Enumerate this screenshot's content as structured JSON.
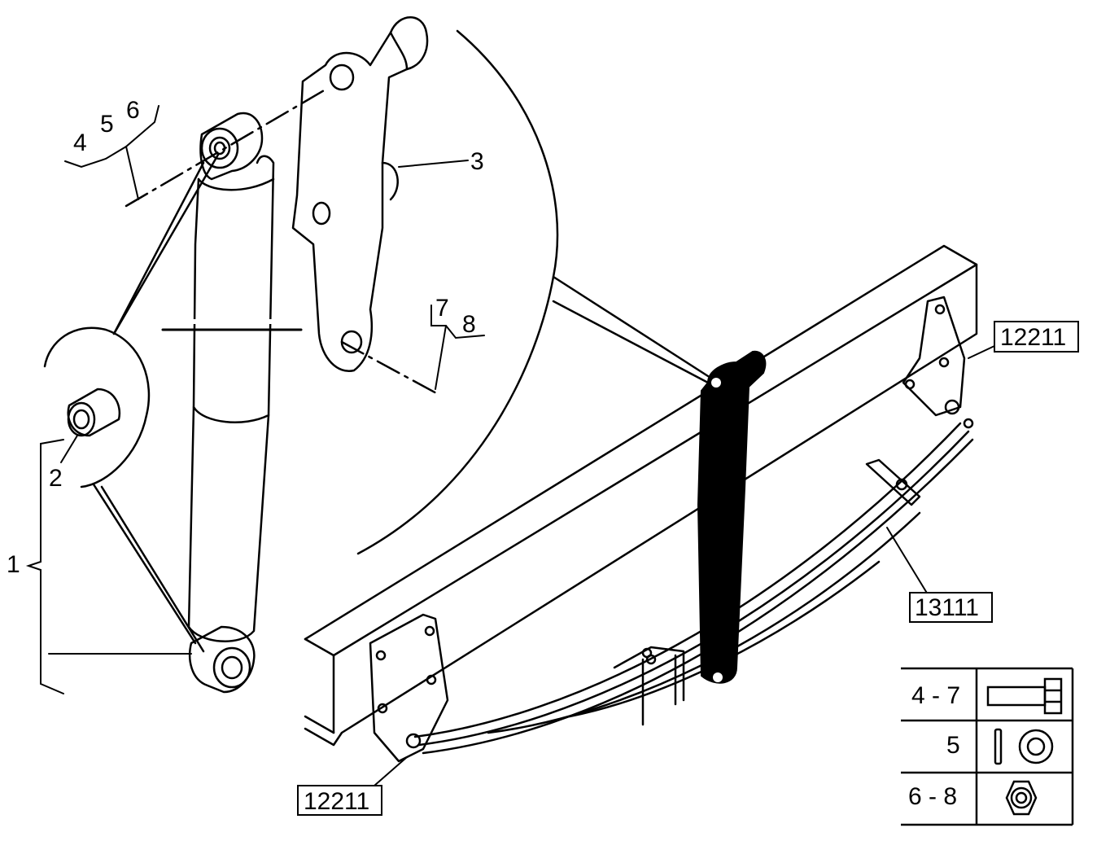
{
  "callouts": {
    "c1": "1",
    "c2": "2",
    "c3": "3",
    "c4": "4",
    "c5": "5",
    "c6": "6",
    "c7": "7",
    "c8": "8"
  },
  "refs": {
    "frame_bracket_top": "12211",
    "leaf_spring": "13111",
    "frame_bracket_bottom": "12211"
  },
  "legend": {
    "rows": [
      {
        "label": "4 - 7",
        "icon": "bolt-icon"
      },
      {
        "label": "5",
        "icon": "washer-icon"
      },
      {
        "label": "6 - 8",
        "icon": "nut-icon"
      }
    ]
  }
}
